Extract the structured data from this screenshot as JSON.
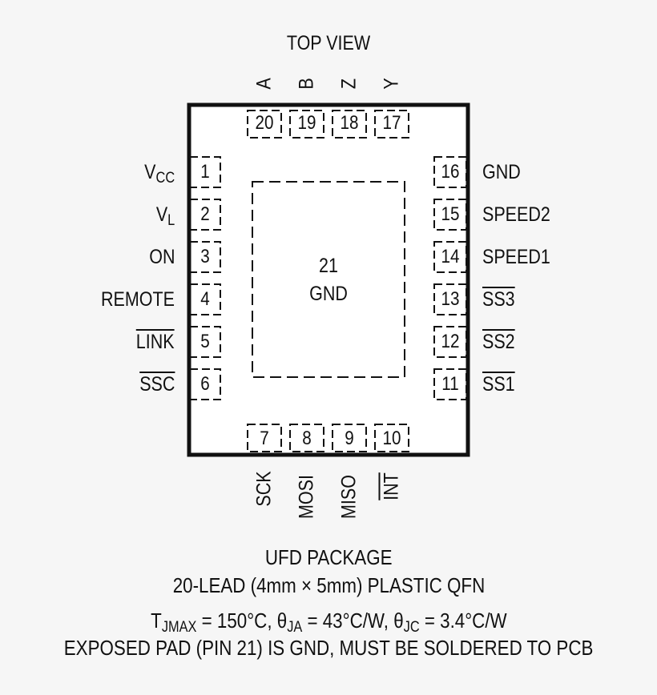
{
  "top_view": "TOP VIEW",
  "top_pin_names": [
    "A",
    "B",
    "Z",
    "Y"
  ],
  "top_pin_numbers": [
    "20",
    "19",
    "18",
    "17"
  ],
  "left_pins": [
    {
      "num": "1",
      "name_main": "V",
      "name_sub": "CC",
      "overline": false
    },
    {
      "num": "2",
      "name_main": "V",
      "name_sub": "L",
      "overline": false
    },
    {
      "num": "3",
      "name_main": "ON",
      "name_sub": "",
      "overline": false
    },
    {
      "num": "4",
      "name_main": "REMOTE",
      "name_sub": "",
      "overline": false
    },
    {
      "num": "5",
      "name_main": "LINK",
      "name_sub": "",
      "overline": true
    },
    {
      "num": "6",
      "name_main": "SSC",
      "name_sub": "",
      "overline": true
    }
  ],
  "right_pins": [
    {
      "num": "16",
      "name": "GND",
      "overline": false
    },
    {
      "num": "15",
      "name": "SPEED2",
      "overline": false
    },
    {
      "num": "14",
      "name": "SPEED1",
      "overline": false
    },
    {
      "num": "13",
      "name": "SS3",
      "overline": true
    },
    {
      "num": "12",
      "name": "SS2",
      "overline": true
    },
    {
      "num": "11",
      "name": "SS1",
      "overline": true
    }
  ],
  "bottom_pin_numbers": [
    "7",
    "8",
    "9",
    "10"
  ],
  "bottom_pin_names": [
    "SCK",
    "MOSI",
    "MISO",
    "INT"
  ],
  "exposed_pad": {
    "num": "21",
    "name": "GND"
  },
  "package_name": "UFD PACKAGE",
  "package_desc": "20-LEAD (4mm × 5mm) PLASTIC QFN",
  "thermal": {
    "t_main": "T",
    "t_sub": "JMAX",
    "t_val": " = 150°C, ",
    "ja_main": "θ",
    "ja_sub": "JA",
    "ja_val": " = 43°C/W, ",
    "jc_main": "θ",
    "jc_sub": "JC",
    "jc_val": " = 3.4°C/W"
  },
  "pad_note": "EXPOSED PAD (PIN 21) IS GND, MUST BE SOLDERED TO PCB",
  "colors": {
    "background": "#f6f6f6",
    "line": "#111111",
    "body": "#ffffff"
  }
}
